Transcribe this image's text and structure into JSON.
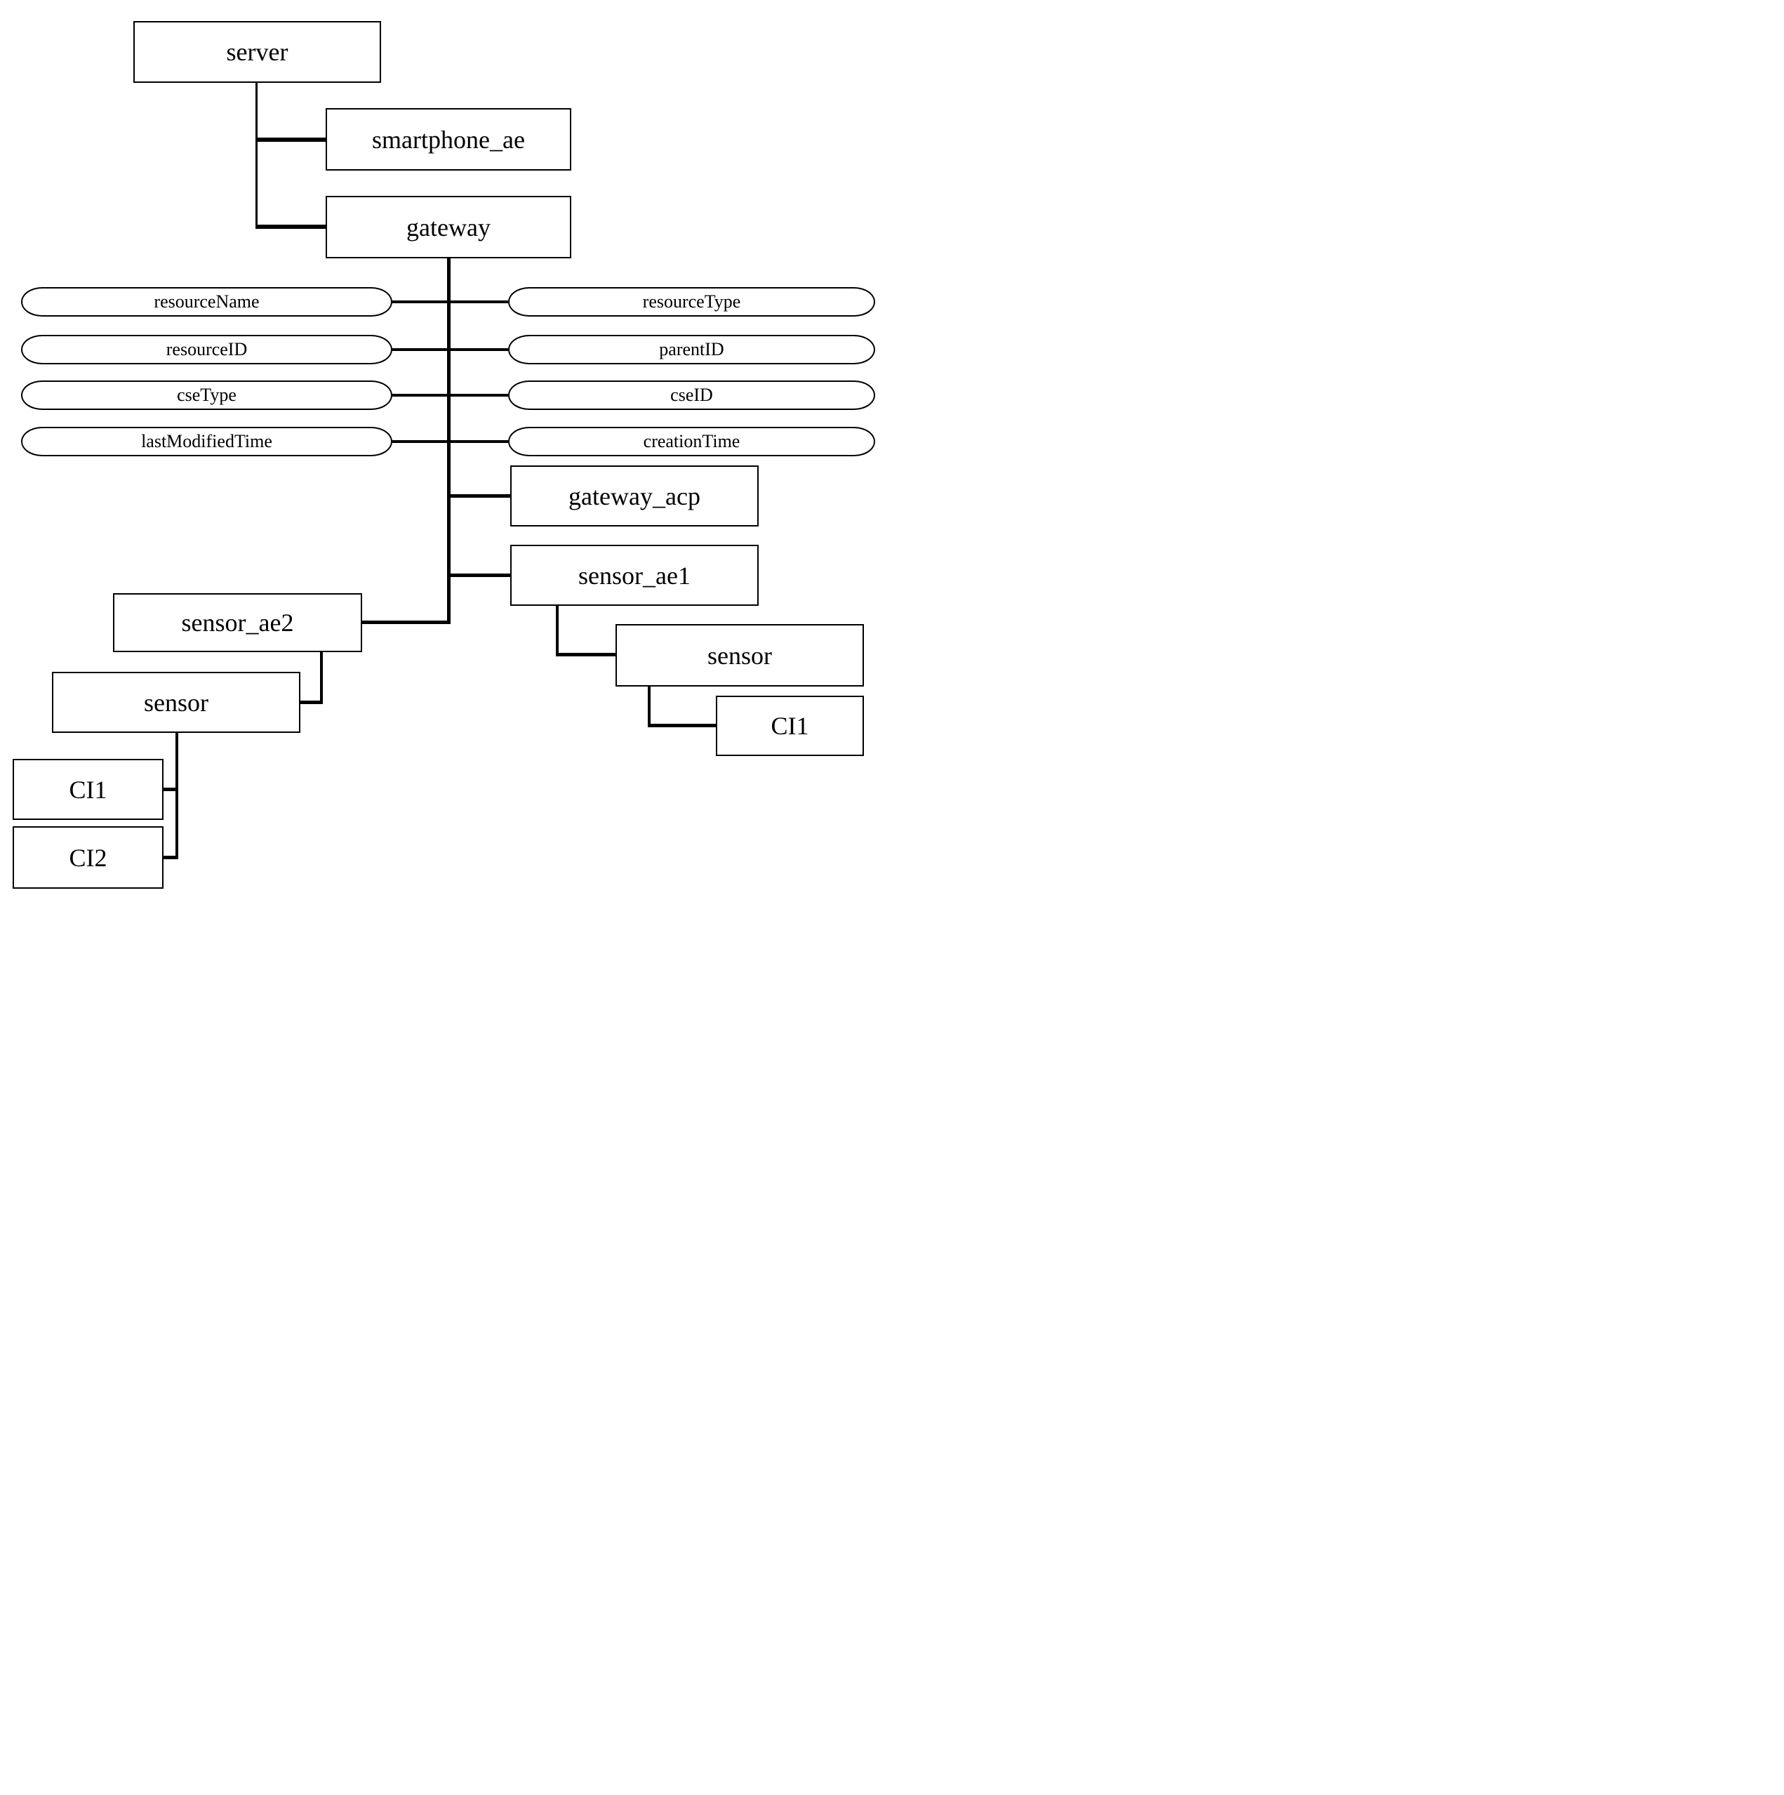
{
  "diagram": {
    "kind": "resource-tree",
    "colors": {
      "line": "#000000",
      "text": "#000000",
      "background": "#ffffff"
    },
    "nodes": {
      "server": {
        "label": "server"
      },
      "smartphone_ae": {
        "label": "smartphone_ae"
      },
      "gateway": {
        "label": "gateway"
      },
      "resourceName": {
        "label": "resourceName"
      },
      "resourceType": {
        "label": "resourceType"
      },
      "resourceID": {
        "label": "resourceID"
      },
      "parentID": {
        "label": "parentID"
      },
      "cseType": {
        "label": "cseType"
      },
      "cseID": {
        "label": "cseID"
      },
      "lastModifiedTime": {
        "label": "lastModifiedTime"
      },
      "creationTime": {
        "label": "creationTime"
      },
      "gateway_acp": {
        "label": "gateway_acp"
      },
      "sensor_ae1": {
        "label": "sensor_ae1"
      },
      "sensor_ae2": {
        "label": "sensor_ae2"
      },
      "sensor_right": {
        "label": "sensor"
      },
      "ci1_right": {
        "label": "CI1"
      },
      "sensor_left": {
        "label": "sensor"
      },
      "ci1_left": {
        "label": "CI1"
      },
      "ci2_left": {
        "label": "CI2"
      }
    },
    "edges": [
      {
        "from": "server",
        "to": "smartphone_ae"
      },
      {
        "from": "server",
        "to": "gateway"
      },
      {
        "from": "gateway",
        "to": "resourceName"
      },
      {
        "from": "gateway",
        "to": "resourceType"
      },
      {
        "from": "gateway",
        "to": "resourceID"
      },
      {
        "from": "gateway",
        "to": "parentID"
      },
      {
        "from": "gateway",
        "to": "cseType"
      },
      {
        "from": "gateway",
        "to": "cseID"
      },
      {
        "from": "gateway",
        "to": "lastModifiedTime"
      },
      {
        "from": "gateway",
        "to": "creationTime"
      },
      {
        "from": "gateway",
        "to": "gateway_acp"
      },
      {
        "from": "gateway",
        "to": "sensor_ae1"
      },
      {
        "from": "gateway",
        "to": "sensor_ae2"
      },
      {
        "from": "sensor_ae1",
        "to": "sensor_right"
      },
      {
        "from": "sensor_right",
        "to": "ci1_right"
      },
      {
        "from": "sensor_ae2",
        "to": "sensor_left"
      },
      {
        "from": "sensor_left",
        "to": "ci1_left"
      },
      {
        "from": "sensor_left",
        "to": "ci2_left"
      }
    ]
  }
}
